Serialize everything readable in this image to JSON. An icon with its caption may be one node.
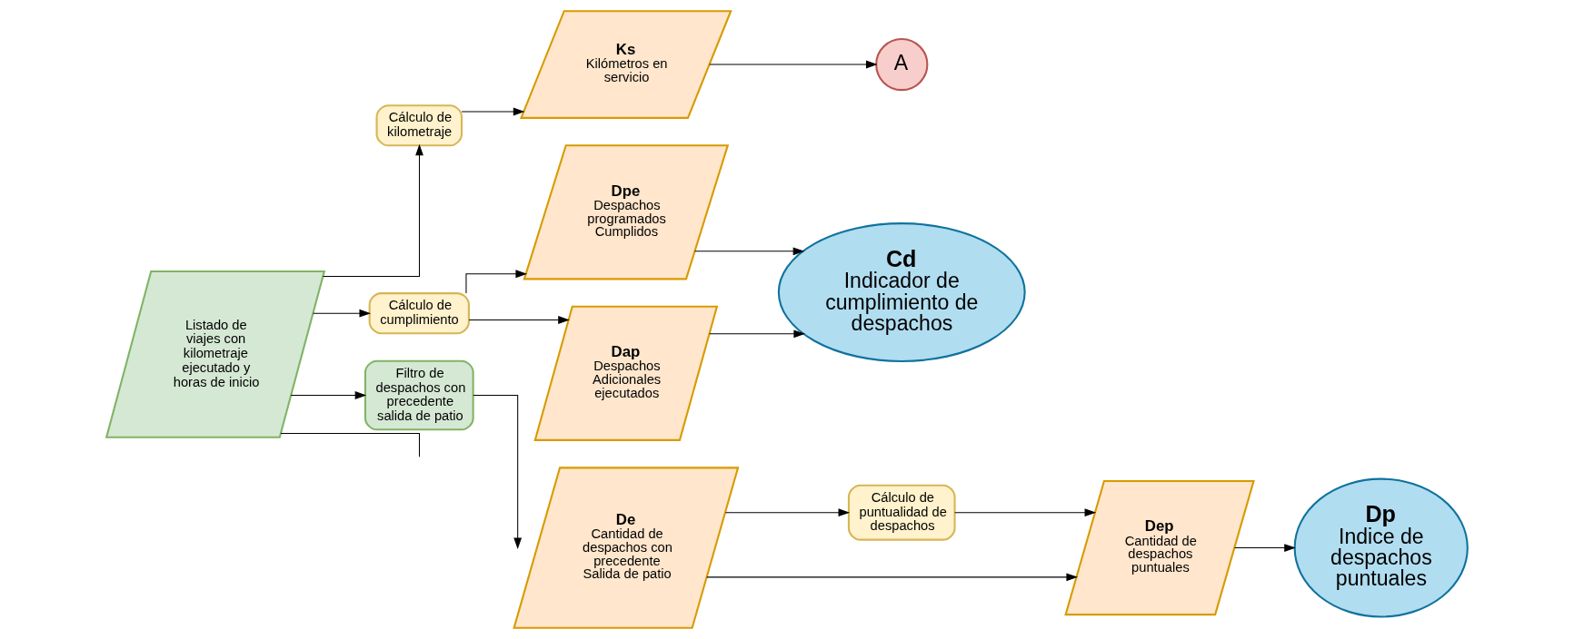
{
  "diagram": {
    "nodes": [
      {
        "text": [
          "Listado de viajes con kilometraje ejecutado y horas de inicio"
        ]
      },
      {
        "text": [
          "Cálculo de kilometraje"
        ]
      },
      {
        "text": [
          "Ks",
          "Kilómetros en servicio"
        ]
      },
      {
        "text": [
          "A"
        ]
      },
      {
        "text": [
          "Cálculo de cumplimiento"
        ]
      },
      {
        "text": [
          "Dpe",
          "Despachos programados Cumplidos"
        ]
      },
      {
        "text": [
          "Dap",
          "Despachos Adicionales ejecutados"
        ]
      },
      {
        "text": [
          "Cd",
          "Indicador de cumplimiento de despachos"
        ]
      },
      {
        "text": [
          "Filtro de despachos con precedente salida de patio"
        ]
      },
      {
        "text": [
          "De",
          "Cantidad de despachos con precedente Salida de patio"
        ]
      },
      {
        "text": [
          "Cálculo de puntualidad de despachos"
        ]
      },
      {
        "text": [
          "Dep",
          "Cantidad de despachos puntuales"
        ]
      },
      {
        "text": [
          "Dp",
          "Indice de despachos puntuales"
        ]
      }
    ],
    "edges": [
      {
        "from": 0,
        "to": null,
        "arrow": "none"
      },
      {
        "from": 0,
        "to": 1,
        "arrow": "to"
      },
      {
        "from": 0,
        "to": 4,
        "arrow": "to"
      },
      {
        "from": 1,
        "to": 2,
        "arrow": "to"
      },
      {
        "from": 2,
        "to": 3,
        "arrow": "to"
      },
      {
        "from": 4,
        "to": 5,
        "arrow": "to"
      },
      {
        "from": 4,
        "to": 6,
        "arrow": "to"
      },
      {
        "from": 5,
        "to": 7,
        "arrow": "to"
      },
      {
        "from": 6,
        "to": 7,
        "arrow": "to"
      },
      {
        "from": 0,
        "to": 8,
        "arrow": "to"
      },
      {
        "from": 8,
        "to": 9,
        "arrow": "to"
      },
      {
        "from": 9,
        "to": 10,
        "arrow": "to"
      },
      {
        "from": 10,
        "to": 11,
        "arrow": "to"
      },
      {
        "from": 9,
        "to": 11,
        "arrow": "to"
      },
      {
        "from": 11,
        "to": 12,
        "arrow": "to"
      }
    ]
  }
}
